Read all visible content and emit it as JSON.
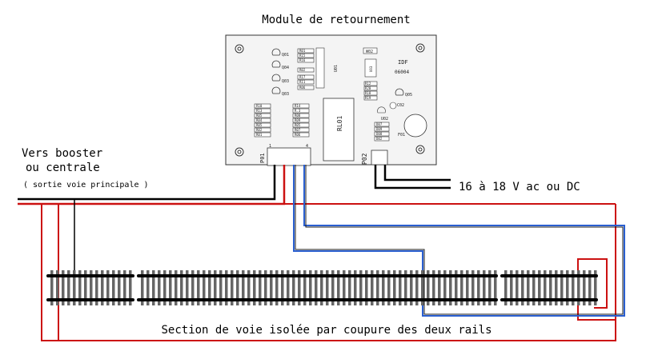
{
  "title": "Module de retournement",
  "source_label_line1": "Vers booster",
  "source_label_line2": "ou centrale",
  "source_note": "( sortie voie principale )",
  "power_label": "16 à 18 V ac ou DC",
  "isolated_section_label": "Section de voie isolée par coupure des deux rails",
  "board": {
    "relay": "RL01",
    "idf": "IDF",
    "ref": "06004",
    "connector_left": "P01",
    "connector_right": "P02",
    "pin1": "1",
    "pin4": "4",
    "transistors": [
      "Q01",
      "Q04",
      "Q03",
      "Q03",
      "Q05"
    ],
    "ic": "U01",
    "reg": "U02",
    "cap": "C02",
    "fuse": "F01",
    "w02": "W02",
    "u03": "U03",
    "resistors_top": [
      "R01",
      "R15",
      "R16",
      "R02",
      "R17",
      "R11",
      "R06"
    ],
    "resistors_mid_right": [
      "R12",
      "R20",
      "R18",
      "R19"
    ],
    "resistors_left": [
      "R10",
      "R13",
      "R05",
      "R04",
      "R05",
      "R02",
      "R01"
    ],
    "resistors_center": [
      "R14",
      "R.3",
      "R08",
      "R09",
      "R05",
      "R07",
      "R06"
    ],
    "resistors_cap": [
      "D07",
      "D09",
      "D08",
      "D02"
    ]
  },
  "colors": {
    "red_wire": "#cc1111",
    "black_wire": "#000000",
    "blue_wire": "#2a5fd0",
    "rail": "#000000",
    "sleeper": "#555555"
  }
}
